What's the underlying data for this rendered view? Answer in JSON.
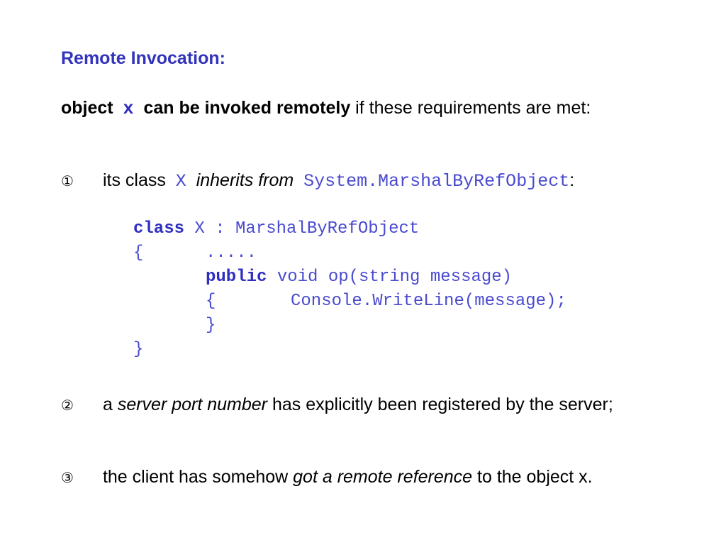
{
  "slide": {
    "title": "Remote Invocation:",
    "intro": {
      "object_word": "object",
      "var": "x",
      "bold_phrase": "can be invoked remotely",
      "rest": " if these requirements are met:"
    },
    "req1": {
      "marker": "①",
      "text_a": "its class",
      "class_name": "X",
      "italic": "inherits from",
      "base_class": "System.MarshalByRefObject",
      "colon": ":"
    },
    "code": {
      "l1_kw": "class",
      "l1_rest": " X : MarshalByRefObject",
      "l2_brace": "{",
      "l2_dots": ".....",
      "l3_kw": "public",
      "l3_rest": " void op(string message)",
      "l4_brace": "{",
      "l4_stmt": "Console.WriteLine(message);",
      "l5": "}",
      "l6": "}"
    },
    "req2": {
      "marker": "②",
      "a": "a ",
      "italic": "server port number",
      "rest": " has explicitly been registered by the server;"
    },
    "req3": {
      "marker": "③",
      "a": "the client has somehow ",
      "italic": "got a remote reference",
      "rest": " to the object x."
    }
  }
}
